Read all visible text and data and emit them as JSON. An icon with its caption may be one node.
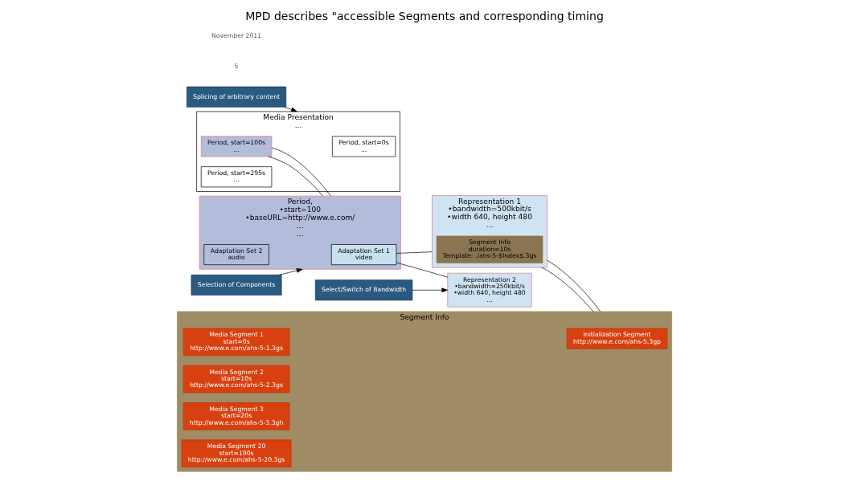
{
  "diagram": {
    "title": "MPD describes \"accessible Segments and corresponding timing",
    "nodes": [
      {
        "text": [
          "Media Presentation",
          "..."
        ]
      },
      {
        "text": [
          "Period, start=0s",
          "..."
        ],
        "in": 0
      },
      {
        "text": [
          "Period, start=100s",
          "..."
        ],
        "in": 0
      },
      {
        "text": [
          "Period, start=295s",
          "..."
        ],
        "in": 0
      },
      {
        "text": [
          "Period,",
          "•start=100",
          "•baseURL=http://www.e.com/",
          "...",
          "..."
        ]
      },
      {
        "text": [
          "Adaptation Set 1",
          "video"
        ],
        "in": 4
      },
      {
        "text": [
          "Adaptation Set 2",
          "audio"
        ],
        "in": 4
      },
      {
        "text": [
          "Representation 1",
          "•bandwidth=500kbit/s",
          "•width 640, height 480",
          "..."
        ]
      },
      {
        "text": [
          "Segment Info",
          "duration=10s",
          "Template: ./ahs-5-$Index$.3gs"
        ],
        "in": 7
      },
      {
        "text": [
          "Representation 2",
          "•bandwidth=250kbit/s",
          "•width 640, height 480",
          "..."
        ]
      },
      {
        "text": [
          "Segment Info"
        ]
      },
      {
        "text": [
          "Initialization Segment",
          "http://www.e.com/ahs-5.3gp"
        ],
        "in": 10
      },
      {
        "text": [
          "Media Segment 1",
          "start=0s",
          "http://www.e.com/ahs-5-1.3gs"
        ],
        "in": 10
      },
      {
        "text": [
          "Media Segment 2",
          "start=10s",
          "http://www.e.com/ahs-5-2.3gs"
        ],
        "in": 10
      },
      {
        "text": [
          "Media Segment 3",
          "start=20s",
          "http://www.e.com/ahs-5-3.3gh"
        ],
        "in": 10
      },
      {
        "text": [
          "Media Segment 20",
          "start=190s",
          "http://www.e.com/ahs-5-20.3gs"
        ],
        "in": 10
      },
      {
        "text": [
          "Splicing of arbitrary content"
        ]
      },
      {
        "text": [
          "Selection of Components"
        ]
      },
      {
        "text": [
          "Select/Switch of Bandwidth"
        ]
      }
    ],
    "edges": [
      {
        "from": 2,
        "to": 4,
        "arrow": "none"
      },
      {
        "from": 2,
        "to": 4,
        "arrow": "none"
      },
      {
        "from": 5,
        "to": 7,
        "arrow": "none"
      },
      {
        "from": 5,
        "to": 9,
        "arrow": "none"
      },
      {
        "from": 7,
        "to": 10,
        "arrow": "none"
      },
      {
        "from": 7,
        "to": 10,
        "arrow": "none"
      },
      {
        "from": 16,
        "to": 0,
        "arrow": "to"
      },
      {
        "from": 17,
        "to": 4,
        "arrow": "to"
      },
      {
        "from": 18,
        "to": 9,
        "arrow": "to"
      }
    ],
    "labels": [
      "5",
      "November 2011"
    ]
  }
}
